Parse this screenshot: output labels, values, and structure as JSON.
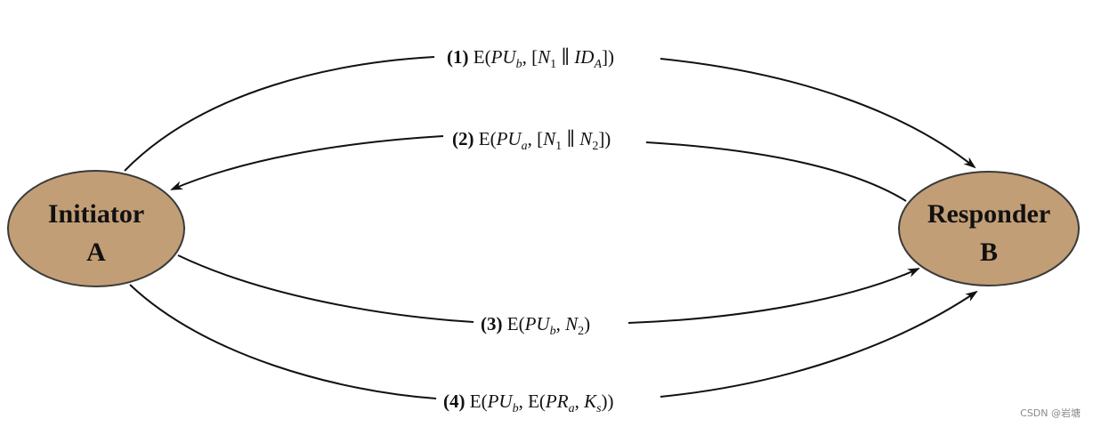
{
  "nodes": {
    "initiator": {
      "line1": "Initiator",
      "line2": "A"
    },
    "responder": {
      "line1": "Responder",
      "line2": "B"
    }
  },
  "messages": {
    "m1": {
      "num": "(1)",
      "pre": "E(",
      "k": "PU",
      "ksub": "b",
      "mid": ", [",
      "n": "N",
      "nsub": "1",
      "sep": " ∥ ",
      "id": "ID",
      "idsub": "A",
      "post": "])"
    },
    "m2": {
      "num": "(2)",
      "pre": "E(",
      "k": "PU",
      "ksub": "a",
      "mid": ", [",
      "n": "N",
      "nsub": "1",
      "sep": " ∥ ",
      "n2": "N",
      "n2sub": "2",
      "post": "])"
    },
    "m3": {
      "num": "(3)",
      "pre": "E(",
      "k": "PU",
      "ksub": "b",
      "mid": ", ",
      "n": "N",
      "nsub": "2",
      "post": ")"
    },
    "m4": {
      "num": "(4)",
      "pre": "E(",
      "k": "PU",
      "ksub": "b",
      "mid": ", E(",
      "pr": "PR",
      "prsub": "a",
      "sep": ", ",
      "ks": "K",
      "kssub": "s",
      "post": "))"
    }
  },
  "watermark": "CSDN @岩塘",
  "colors": {
    "node_fill": "#c29e76",
    "node_stroke": "#3a3a3a",
    "line": "#111111"
  }
}
